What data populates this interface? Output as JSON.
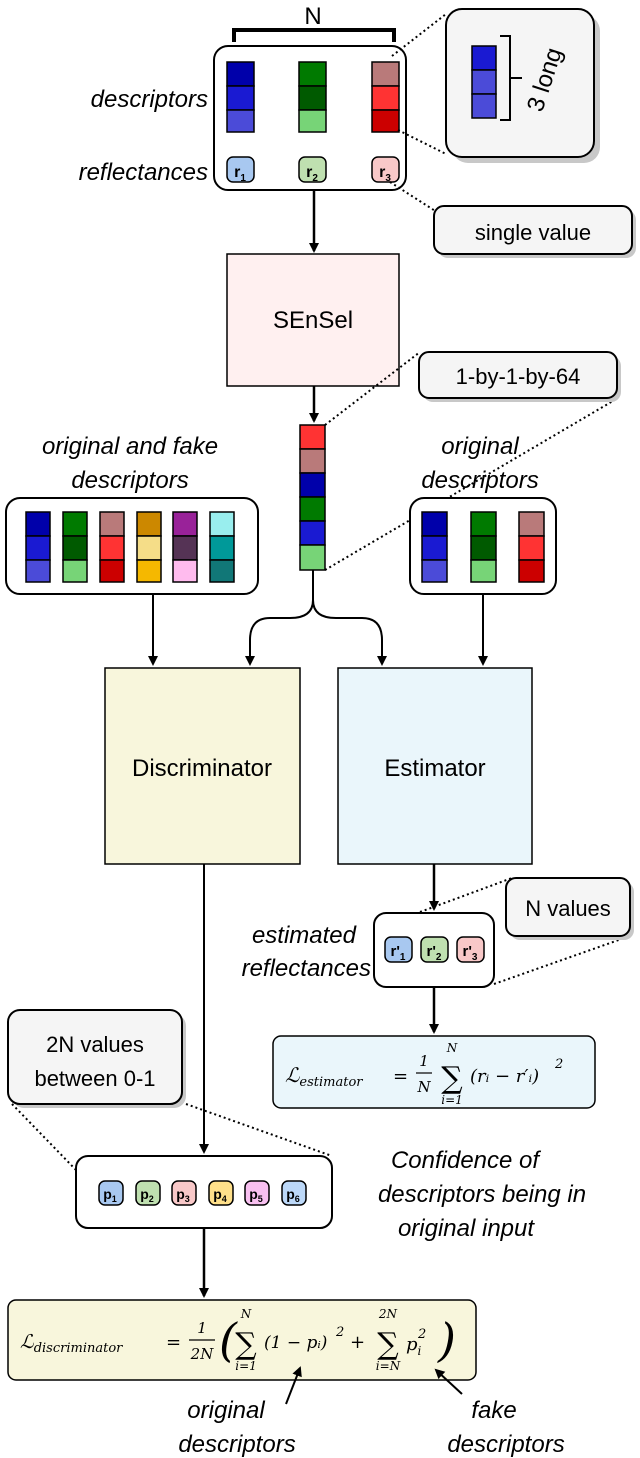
{
  "colors": {
    "blue_dark": "#0000aa",
    "blue_mid": "#1a1ad2",
    "blue_light": "#4b4bd8",
    "green_dark": "#007a00",
    "green_mid": "#005a00",
    "green_light": "#77d477",
    "red_mauve": "#b97a7a",
    "red_bright": "#ff3333",
    "red_dark": "#cc0000",
    "orange": "#cc8800",
    "yellow_light": "#f5dd88",
    "orange_light": "#f5b800",
    "purple": "#992299",
    "purple_dark": "#553355",
    "pink": "#ffbbee",
    "cyan_light": "#99eeee",
    "teal": "#009999",
    "teal_dark": "#117777",
    "sensel_fill": "#fff0f0",
    "discriminator_fill": "#f8f6dc",
    "estimator_fill": "#eaf6fb",
    "note_fill": "#f5f5f5",
    "chip_blue": "#a8c8f0",
    "chip_green": "#bfe0b0",
    "chip_pink": "#f8c8c8",
    "chip_yellow": "#ffe08a",
    "chip_violet": "#f8c0f0",
    "chip_lightblue": "#bcd8f8"
  },
  "top": {
    "n_label": "N",
    "descriptors_label": "descriptors",
    "reflectances_label": "reflectances",
    "r1": "r",
    "r1_sub": "1",
    "r2": "r",
    "r2_sub": "2",
    "r3": "r",
    "r3_sub": "3",
    "three_long": "3 long",
    "single_value": "single value"
  },
  "sensel": {
    "label": "SEnSel",
    "output_note": "1-by-1-by-64"
  },
  "left_group": {
    "label_line1": "original and fake",
    "label_line2": "descriptors"
  },
  "right_group": {
    "label_line1": "original",
    "label_line2": "descriptors"
  },
  "discriminator": {
    "label": "Discriminator"
  },
  "estimator": {
    "label": "Estimator"
  },
  "estimated": {
    "label_line1": "estimated",
    "label_line2": "reflectances",
    "note": "N values",
    "r1": "r'",
    "r1_sub": "1",
    "r2": "r'",
    "r2_sub": "2",
    "r3": "r'",
    "r3_sub": "3"
  },
  "loss_estimator": {
    "lhs": "ℒ",
    "lhs_sub": "estimator",
    "eq": "=",
    "frac_num": "1",
    "frac_den": "N",
    "sum": "∑",
    "sum_top": "N",
    "sum_bot": "i=1",
    "term": "(rᵢ − r′ᵢ)",
    "sq": "2"
  },
  "confidence": {
    "note_line1": "2N values",
    "note_line2": "between 0-1",
    "p1": "p",
    "p1_sub": "1",
    "p2": "p",
    "p2_sub": "2",
    "p3": "p",
    "p3_sub": "3",
    "p4": "p",
    "p4_sub": "4",
    "p5": "p",
    "p5_sub": "5",
    "p6": "p",
    "p6_sub": "6",
    "label_line1": "Confidence of",
    "label_line2": "descriptors being in",
    "label_line3": "original input"
  },
  "loss_discriminator": {
    "lhs": "ℒ",
    "lhs_sub": "discriminator",
    "eq": "=",
    "frac_num": "1",
    "frac_den": "2N",
    "sum1": "∑",
    "sum1_top": "N",
    "sum1_bot": "i=1",
    "term1": "(1 − pᵢ)",
    "sq1": "2",
    "plus": "+",
    "sum2": "∑",
    "sum2_top": "2N",
    "sum2_bot": "i=N",
    "term2": "p",
    "term2_sub": "i",
    "sq2": "2"
  },
  "bottom": {
    "orig_line1": "original",
    "orig_line2": "descriptors",
    "fake_line1": "fake",
    "fake_line2": "descriptors"
  }
}
